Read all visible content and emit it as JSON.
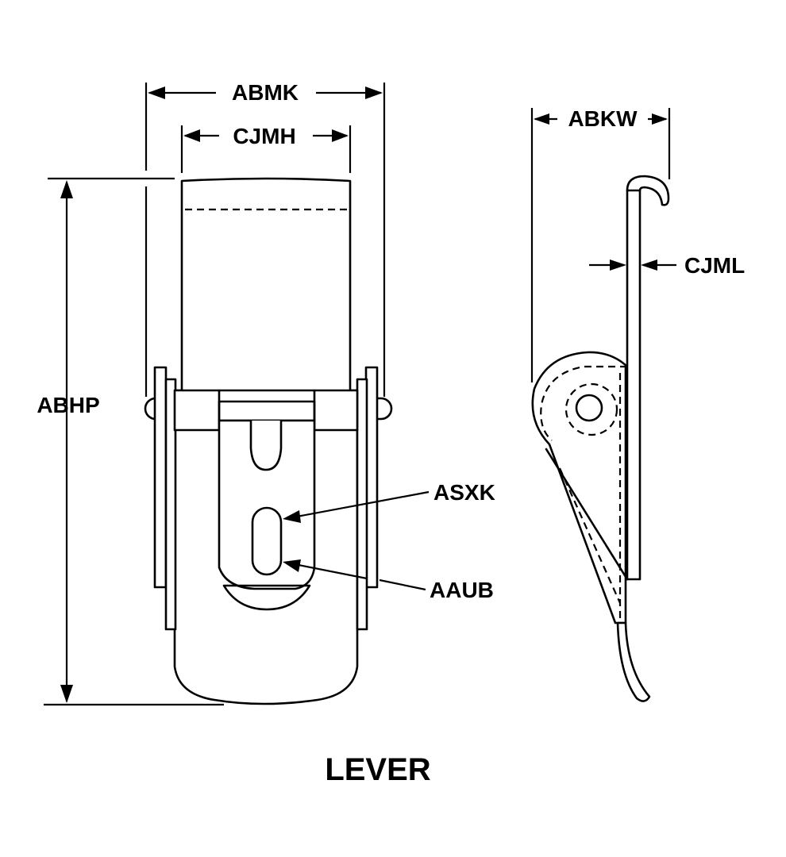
{
  "figure": {
    "caption": "LEVER",
    "dimension_labels": {
      "overall_width": "ABMK",
      "strap_width": "CJMH",
      "overall_height": "ABHP",
      "side_depth": "ABKW",
      "strap_thickness": "CJML",
      "slot_callout": "ASXK",
      "plate_callout": "AAUB"
    }
  }
}
